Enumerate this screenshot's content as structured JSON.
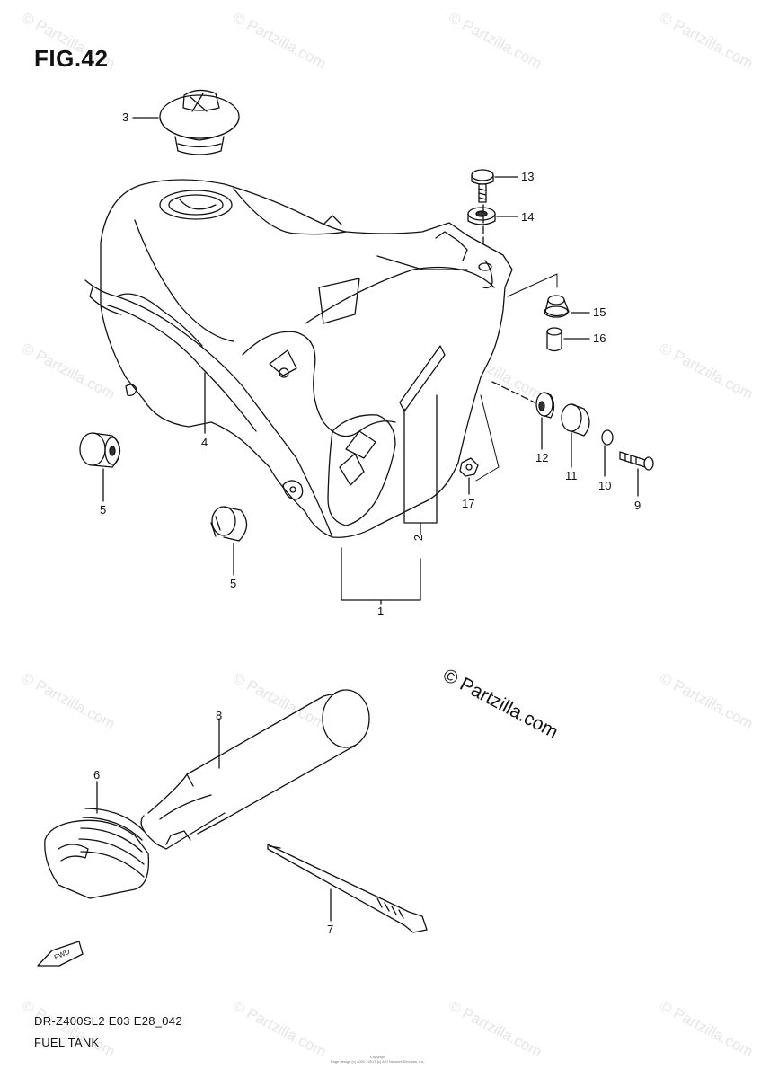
{
  "figure_title": "FIG.42",
  "watermark_text": "© Partzilla.com",
  "copyright": "© Partzilla.com",
  "footer": {
    "model_code": "DR-Z400SL2 E03 E28_042",
    "section_name": "FUEL TANK",
    "tiny_title": "Copyright",
    "tiny_line": "Page design (c) 2001 - 2017 (c) ARI Network Services, Inc."
  },
  "fwd_label": "FWD",
  "callouts": [
    {
      "id": "c3",
      "text": "3"
    },
    {
      "id": "c13",
      "text": "13"
    },
    {
      "id": "c14",
      "text": "14"
    },
    {
      "id": "c15",
      "text": "15"
    },
    {
      "id": "c16",
      "text": "16"
    },
    {
      "id": "c4",
      "text": "4"
    },
    {
      "id": "c12",
      "text": "12"
    },
    {
      "id": "c11",
      "text": "11"
    },
    {
      "id": "c10",
      "text": "10"
    },
    {
      "id": "c9",
      "text": "9"
    },
    {
      "id": "c17",
      "text": "17"
    },
    {
      "id": "c5a",
      "text": "5"
    },
    {
      "id": "c5b",
      "text": "5"
    },
    {
      "id": "c2",
      "text": "2"
    },
    {
      "id": "c1",
      "text": "1"
    },
    {
      "id": "c8",
      "text": "8"
    },
    {
      "id": "c6",
      "text": "6"
    },
    {
      "id": "c7",
      "text": "7"
    }
  ]
}
